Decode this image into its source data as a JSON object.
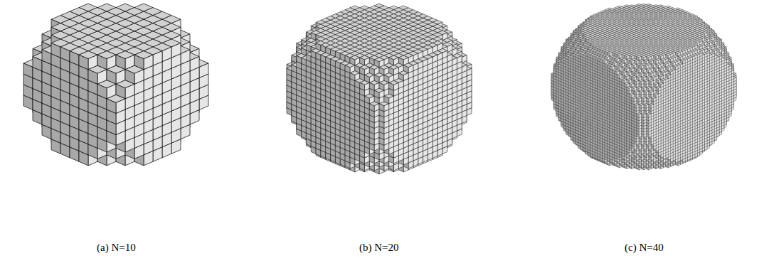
{
  "diagram": {
    "labels": [
      "(a) N=10",
      "(b) N=20",
      "(c) N=40"
    ]
  }
}
